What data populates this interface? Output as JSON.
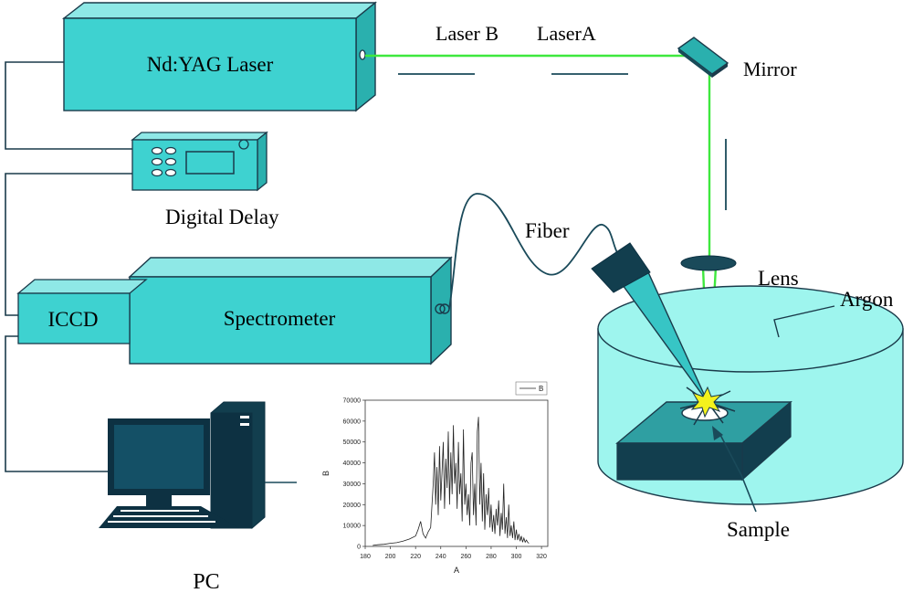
{
  "labels": {
    "laser": "Nd:YAG Laser",
    "laser_b": "Laser B",
    "laser_a": "LaserA",
    "mirror": "Mirror",
    "digital_delay": "Digital Delay",
    "fiber": "Fiber",
    "lens": "Lens",
    "argon": "Argon",
    "iccd": "ICCD",
    "spectrometer": "Spectrometer",
    "sample": "Sample",
    "pc": "PC"
  },
  "colors": {
    "box_fill": "#3ed2d0",
    "box_top": "#8ee8e6",
    "box_side": "#2ab0ae",
    "outline": "#1a3a4a",
    "beam": "#3ee83e",
    "vessel": "#9ef5ee",
    "sample_top": "#2f9fa2",
    "sample_side": "#123e4e",
    "probe": "#123e4e",
    "spark": "#f4f21c",
    "cable": "#1a4a5a",
    "pc_dark": "#0d3142",
    "pc_screen": "#145066"
  },
  "chart_data": {
    "type": "line",
    "xlabel": "A",
    "ylabel": "B",
    "xlim": [
      180,
      325
    ],
    "ylim": [
      0,
      70000
    ],
    "xticks": [
      180,
      200,
      220,
      240,
      260,
      280,
      300,
      320
    ],
    "yticks": [
      0,
      10000,
      20000,
      30000,
      40000,
      50000,
      60000,
      70000
    ],
    "legend": "top-right",
    "series": [
      {
        "name": "B",
        "x": [
          186,
          190,
          195,
          200,
          205,
          210,
          215,
          220,
          222,
          224,
          226,
          228,
          230,
          232,
          234,
          235,
          236,
          237,
          238,
          239,
          240,
          241,
          242,
          243,
          244,
          245,
          246,
          247,
          248,
          249,
          250,
          251,
          252,
          253,
          254,
          255,
          256,
          257,
          258,
          259,
          260,
          261,
          262,
          263,
          264,
          265,
          266,
          267,
          268,
          269,
          270,
          271,
          272,
          273,
          274,
          275,
          276,
          277,
          278,
          279,
          280,
          281,
          282,
          283,
          284,
          285,
          286,
          287,
          288,
          289,
          290,
          291,
          292,
          293,
          294,
          295,
          296,
          297,
          298,
          299,
          300,
          301,
          302,
          303,
          304,
          305,
          306,
          307,
          308,
          309,
          310
        ],
        "y": [
          500,
          800,
          1000,
          1500,
          1800,
          2500,
          3500,
          5000,
          8000,
          12000,
          6000,
          4000,
          7000,
          9000,
          30000,
          45000,
          20000,
          38000,
          15000,
          48000,
          22000,
          35000,
          50000,
          18000,
          42000,
          28000,
          55000,
          20000,
          45000,
          25000,
          58000,
          30000,
          40000,
          18000,
          50000,
          25000,
          35000,
          12000,
          56000,
          20000,
          30000,
          15000,
          25000,
          10000,
          40000,
          45000,
          15000,
          30000,
          10000,
          55000,
          62000,
          20000,
          40000,
          12000,
          35000,
          8000,
          25000,
          15000,
          28000,
          9000,
          20000,
          7000,
          15000,
          6000,
          18000,
          10000,
          22000,
          5000,
          16000,
          8000,
          30000,
          6000,
          14000,
          4000,
          20000,
          5000,
          10000,
          4000,
          12000,
          3000,
          8000,
          3000,
          6000,
          2500,
          5000,
          2000,
          4000,
          2000,
          3000,
          2000,
          1500
        ]
      }
    ]
  }
}
